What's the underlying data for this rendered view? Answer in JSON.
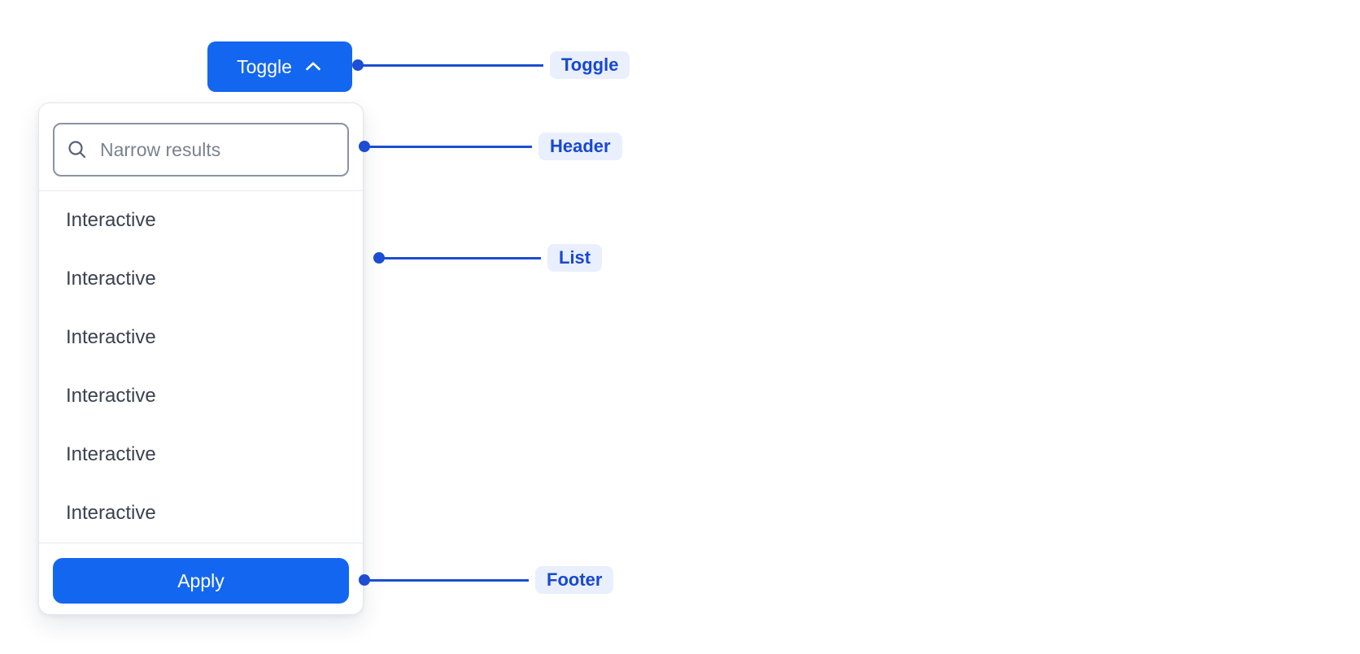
{
  "toggle_button": {
    "label": "Toggle",
    "chevron_icon": "chevron-up"
  },
  "dropdown": {
    "header": {
      "search_icon": "magnifying-glass",
      "search_placeholder": "Narrow results",
      "search_value": ""
    },
    "list": {
      "items": [
        "Interactive",
        "Interactive",
        "Interactive",
        "Interactive",
        "Interactive",
        "Interactive"
      ]
    },
    "footer": {
      "apply_label": "Apply"
    }
  },
  "annotations": [
    {
      "label": "Toggle"
    },
    {
      "label": "Header"
    },
    {
      "label": "List"
    },
    {
      "label": "Footer"
    }
  ],
  "colors": {
    "primary_blue": "#1366F0",
    "annotation_blue": "#1C4DD3",
    "annotation_label_bg": "#E9EFFC",
    "annotation_label_text": "#1748D0",
    "panel_border": "#E4E6EB",
    "input_border": "#8A93A4",
    "item_text": "#3A4150",
    "placeholder_text": "#7A828F",
    "divider": "#E9EAEC"
  }
}
